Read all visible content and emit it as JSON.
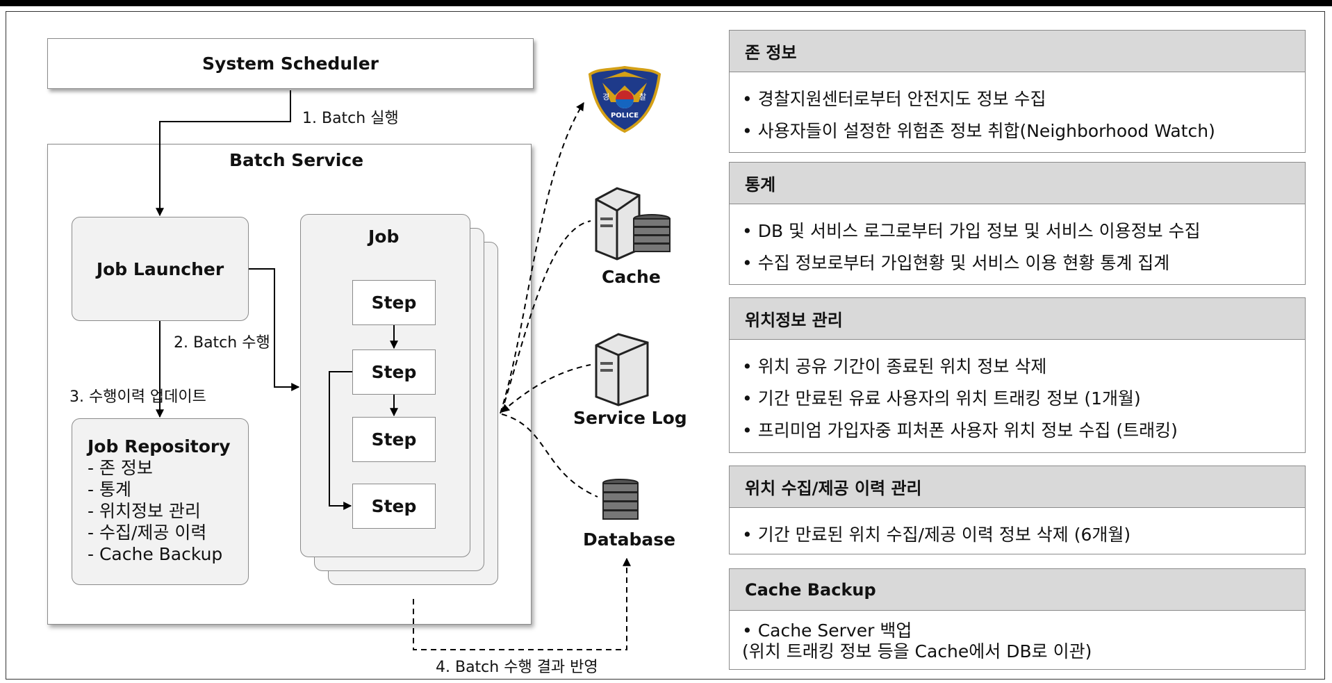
{
  "diagram": {
    "scheduler": "System Scheduler",
    "batch_service": "Batch Service",
    "job_launcher": "Job Launcher",
    "job": "Job",
    "steps": [
      "Step",
      "Step",
      "Step",
      "Step"
    ],
    "job_repository": {
      "title": "Job Repository",
      "items": [
        "- 존 정보",
        "- 통계",
        "- 위치정보 관리",
        "- 수집/제공 이력",
        "- Cache Backup"
      ]
    },
    "arrows": {
      "a1": "1. Batch 실행",
      "a2": "2. Batch 수행",
      "a3": "3. 수행이력 업데이트",
      "a4": "4. Batch 수행 결과 반영"
    },
    "resources": {
      "police_badge": "POLICE",
      "police_chars": [
        "경",
        "찰"
      ],
      "cache": "Cache",
      "service_log": "Service Log",
      "database": "Database"
    }
  },
  "panels": [
    {
      "title": "존 정보",
      "bullets": [
        "• 경찰지원센터로부터 안전지도 정보 수집",
        "• 사용자들이 설정한 위험존 정보 취합(Neighborhood Watch)"
      ]
    },
    {
      "title": "통계",
      "bullets": [
        "• DB 및 서비스 로그로부터 가입 정보 및 서비스 이용정보 수집",
        "• 수집 정보로부터 가입현황 및 서비스 이용 현황 통계 집계"
      ]
    },
    {
      "title": "위치정보 관리",
      "bullets": [
        "• 위치 공유 기간이 종료된 위치 정보 삭제",
        "• 기간 만료된 유료 사용자의 위치 트래킹 정보 (1개월)",
        "• 프리미엄 가입자중 피처폰 사용자 위치 정보 수집 (트래킹)"
      ]
    },
    {
      "title": "위치 수집/제공 이력 관리",
      "bullets": [
        "• 기간 만료된 위치 수집/제공 이력 정보 삭제 (6개월)"
      ]
    },
    {
      "title": "Cache Backup",
      "lines": [
        "• Cache Server 백업",
        " (위치 트래킹 정보 등을 Cache에서 DB로 이관)"
      ]
    }
  ],
  "colors": {
    "border": "#8a8a8a",
    "panel_header": "#d9d9d9",
    "node_fill": "#f2f2f2",
    "police_navy": "#1e3a8a",
    "police_gold": "#d4a017"
  }
}
